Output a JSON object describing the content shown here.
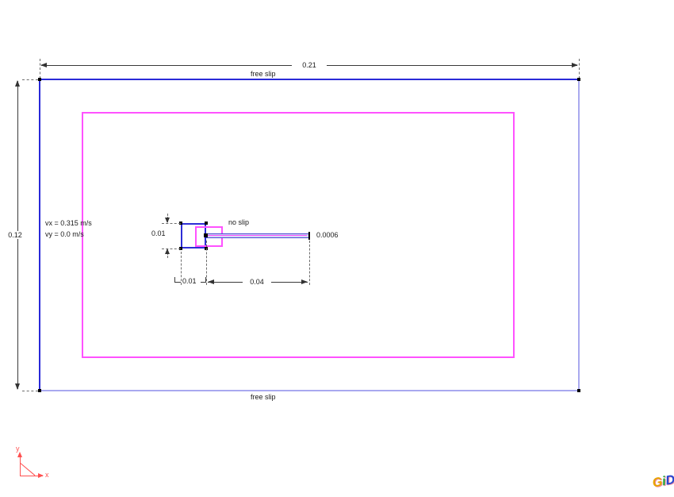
{
  "drawing": {
    "dimensions": {
      "domain_width": "0.21",
      "domain_height": "0.12",
      "square_height": "0.01",
      "square_width": "0.01",
      "plate_length": "0.04",
      "plate_thickness": "0.0006"
    },
    "boundary_labels": {
      "top": "free slip",
      "bottom": "free slip",
      "obstacle": "no slip"
    },
    "inlet": {
      "vx": "vx = 0.315 m/s",
      "vy": "vy = 0.0 m/s"
    },
    "axes": {
      "x": "x",
      "y": "y"
    },
    "logo": {
      "text": "GiD",
      "letters": [
        {
          "char": "G"
        },
        {
          "char": "i"
        },
        {
          "char": "D"
        }
      ]
    },
    "colors": {
      "boundary_blue": "#2a2ad8",
      "boundary_light_blue": "#a9a9ef",
      "refinement_magenta": "#ff52ff",
      "dimension_line": "#3a3a3a",
      "axes_red": "#ff5050"
    }
  }
}
